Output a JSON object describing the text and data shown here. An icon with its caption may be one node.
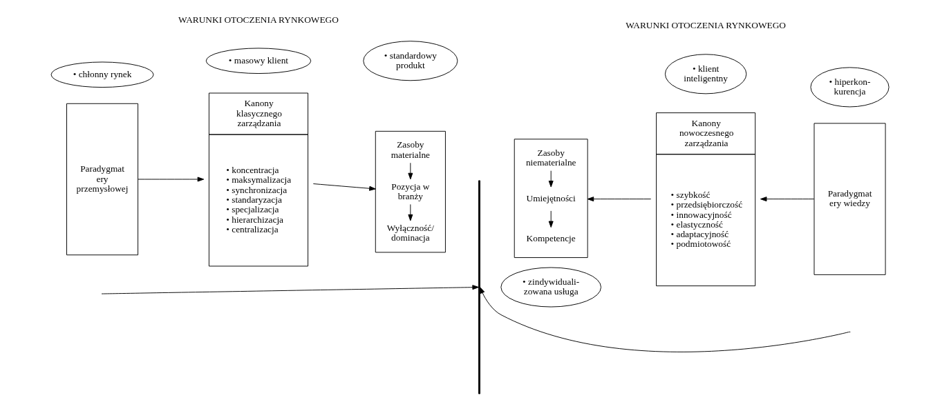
{
  "diagram": {
    "nodes": [
      {
        "text": [
          "Paradygmat ery przemysłowej"
        ]
      },
      {
        "text": [
          "Kanony klasycznego zarządzania",
          "• koncentracja",
          "• maksymalizacja",
          "• synchronizacja",
          "• standaryzacja",
          "• specjalizacja",
          "• hierarchizacja",
          "• centralizacja"
        ]
      },
      {
        "text": [],
        "shape": "box"
      },
      {
        "text": [
          "Zasoby materialne"
        ],
        "in": 2
      },
      {
        "text": [
          "Pozycja w branży"
        ],
        "in": 2
      },
      {
        "text": [
          "Wyłączność/ dominacja"
        ],
        "in": 2
      },
      {
        "text": [],
        "shape": "box"
      },
      {
        "text": [
          "Zasoby niematerialne"
        ],
        "in": 6
      },
      {
        "text": [
          "Umiejętności"
        ],
        "in": 6
      },
      {
        "text": [
          "Kompetencje"
        ],
        "in": 6
      },
      {
        "text": [
          "Kanony nowoczesnego zarządzania",
          "• szybkość",
          "• przedsiębiorczość",
          "• innowacyjność",
          "• elastyczność",
          "• adaptacyjność",
          "• podmiotowość"
        ]
      },
      {
        "text": [
          "Paradygmat ery wiedzy"
        ]
      },
      {
        "text": [
          "• chłonny rynek"
        ]
      },
      {
        "text": [
          "• masowy klient"
        ]
      },
      {
        "text": [
          "• standardowy produkt"
        ]
      },
      {
        "text": [
          "• zindywiduali- zowana usługa"
        ]
      },
      {
        "text": [
          "• klient inteligentny"
        ]
      },
      {
        "text": [
          "• hiperkon- kurencja"
        ]
      },
      {
        "text": [],
        "shape": "zigzag"
      }
    ],
    "edges": [
      {
        "from": 0,
        "to": 1,
        "arrow": "to"
      },
      {
        "from": 1,
        "to": 2,
        "arrow": "to"
      },
      {
        "from": 3,
        "to": 4,
        "arrow": "to"
      },
      {
        "from": 4,
        "to": 5,
        "arrow": "to"
      },
      {
        "from": 7,
        "to": 8,
        "arrow": "to"
      },
      {
        "from": 8,
        "to": 9,
        "arrow": "to"
      },
      {
        "from": 10,
        "to": 6,
        "arrow": "to"
      },
      {
        "from": 11,
        "to": 10,
        "arrow": "to"
      },
      {
        "from": null,
        "to": 18,
        "arrow": "to"
      },
      {
        "from": null,
        "to": 18,
        "arrow": "to"
      }
    ],
    "labels": [
      "WARUNKI OTOCZENIA RYNKOWEGO",
      "WARUNKI OTOCZENIA RYNKOWEGO"
    ]
  }
}
